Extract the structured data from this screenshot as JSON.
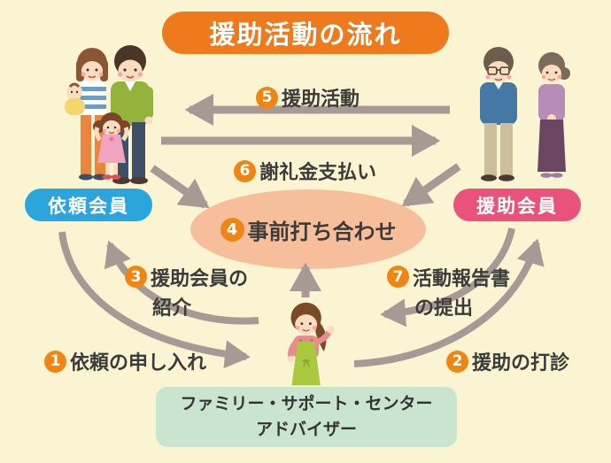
{
  "diagram": {
    "title": "援助活動の流れ",
    "nodes": {
      "requester": {
        "label": "依頼会員"
      },
      "supporter": {
        "label": "援助会員"
      },
      "meeting": {
        "number": "4",
        "label": "事前打ち合わせ"
      },
      "advisor_box": {
        "line1": "ファミリー・サポート・センター",
        "line2": "アドバイザー"
      }
    },
    "steps": {
      "s1": {
        "number": "1",
        "label": "依頼の申し入れ"
      },
      "s2": {
        "number": "2",
        "label": "援助の打診"
      },
      "s3": {
        "number": "3",
        "line1": "援助会員の",
        "line2": "紹介"
      },
      "s5": {
        "number": "5",
        "label": "援助活動"
      },
      "s6": {
        "number": "6",
        "label": "謝礼金支払い"
      },
      "s7": {
        "number": "7",
        "line1": "活動報告書",
        "line2": "の提出"
      }
    },
    "colors": {
      "background": "#FBF4D2",
      "title_bg": "#EF7A1E",
      "requester_bg": "#2CA4DC",
      "supporter_bg": "#E9537B",
      "meeting_bg": "#F6BE9B",
      "advisor_box_bg": "#C9E5CF",
      "step_number_bg": "#F08514",
      "arrow": "#A79A96",
      "text": "#3B3B3B"
    }
  }
}
